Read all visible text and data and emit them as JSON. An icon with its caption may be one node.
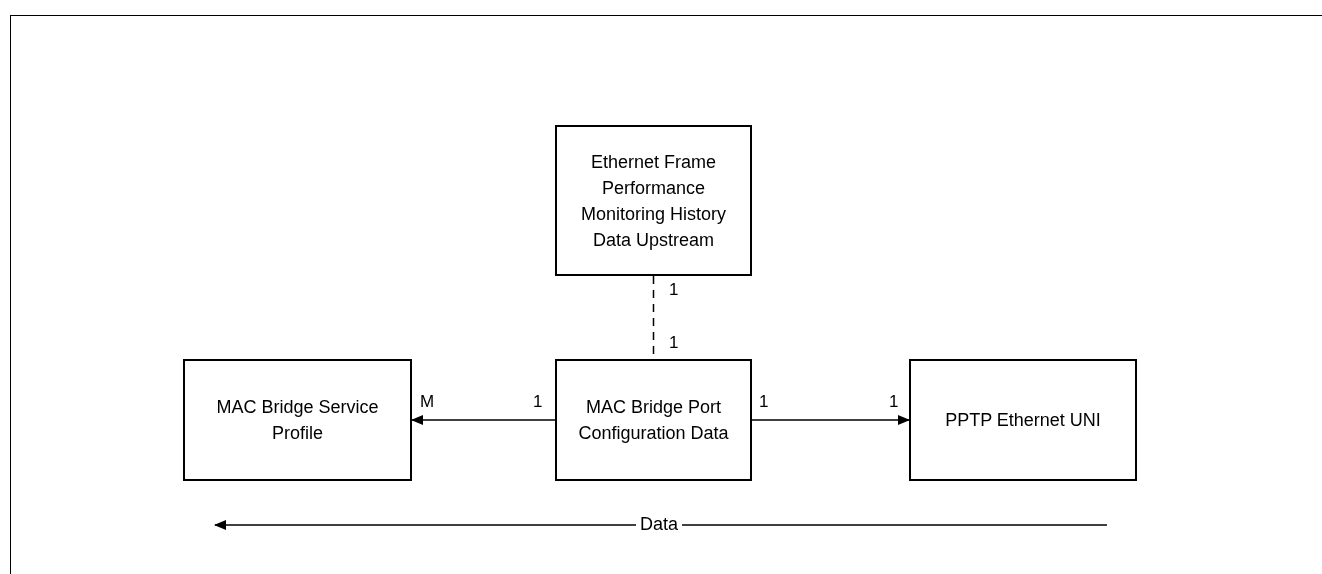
{
  "diagram": {
    "nodes": [
      {
        "text": [
          "Ethernet Frame Performance Monitoring History Data Upstream"
        ]
      },
      {
        "text": [
          "MAC Bridge Service Profile"
        ]
      },
      {
        "text": [
          "MAC Bridge Port Configuration Data"
        ]
      },
      {
        "text": [
          "PPTP Ethernet UNI"
        ]
      }
    ],
    "edges": [
      {
        "from": 0,
        "to": 2,
        "arrow": "none",
        "style": "dashed"
      },
      {
        "from": 2,
        "to": 1,
        "arrow": "to"
      },
      {
        "from": 2,
        "to": 3,
        "arrow": "to"
      }
    ],
    "labels": [
      "1",
      "1",
      "M",
      "1",
      "1",
      "1",
      "Data"
    ]
  }
}
